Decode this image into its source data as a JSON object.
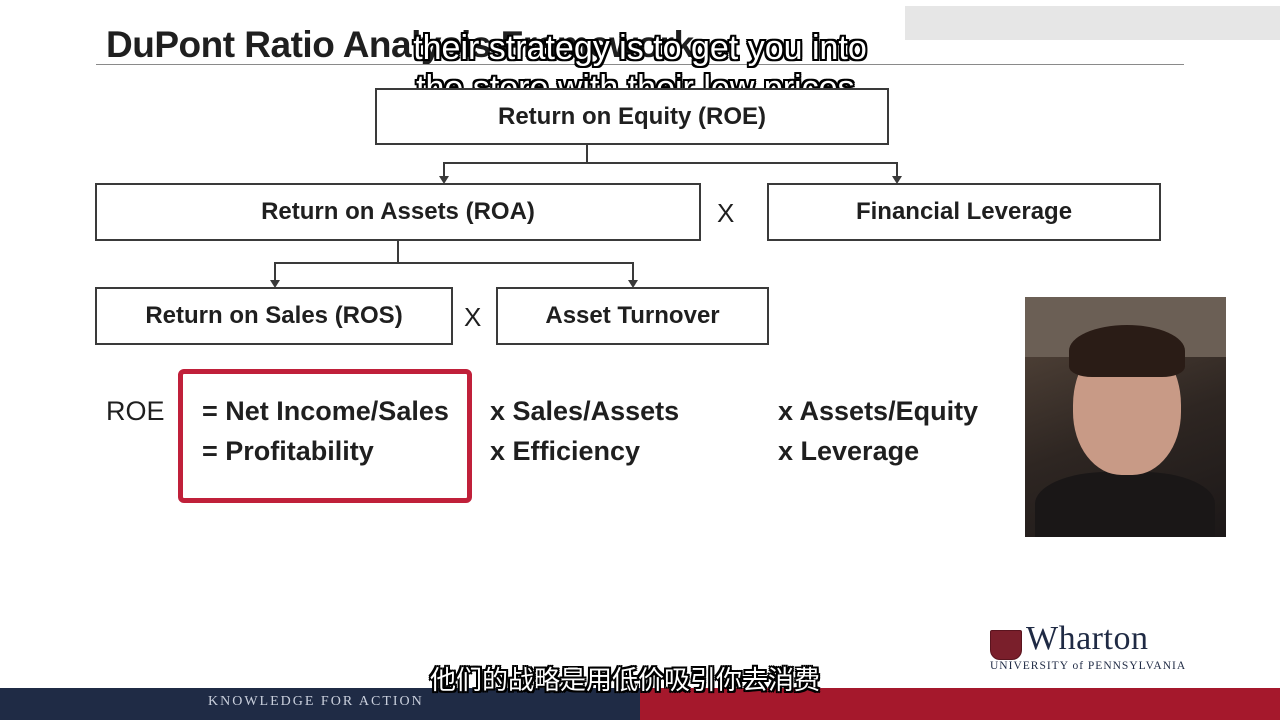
{
  "slide": {
    "title": "DuPont Ratio Analysis Framework",
    "subtitle_en_line1": "their strategy is to get you into",
    "subtitle_en_line2": "the store with their low prices.",
    "subtitle_zh": "他们的战略是用低价吸引你去消费"
  },
  "tree": {
    "root": "Return on Equity (ROE)",
    "level2_left": "Return on Assets (ROA)",
    "level2_op": "X",
    "level2_right": "Financial Leverage",
    "level3_left": "Return on Sales (ROS)",
    "level3_op": "X",
    "level3_right": "Asset Turnover"
  },
  "formula": {
    "lhs": "ROE",
    "row1": [
      "= Net Income/Sales",
      "x Sales/Assets",
      "x Assets/Equity"
    ],
    "row2": [
      "= Profitability",
      "x  Efficiency",
      "x Leverage"
    ]
  },
  "branding": {
    "wharton": "Wharton",
    "university": "UNIVERSITY of PENNSYLVANIA",
    "footer": "KNOWLEDGE FOR ACTION"
  },
  "colors": {
    "highlight": "#c0203a",
    "footer_navy": "#1f2b45",
    "footer_red": "#a5182c"
  }
}
